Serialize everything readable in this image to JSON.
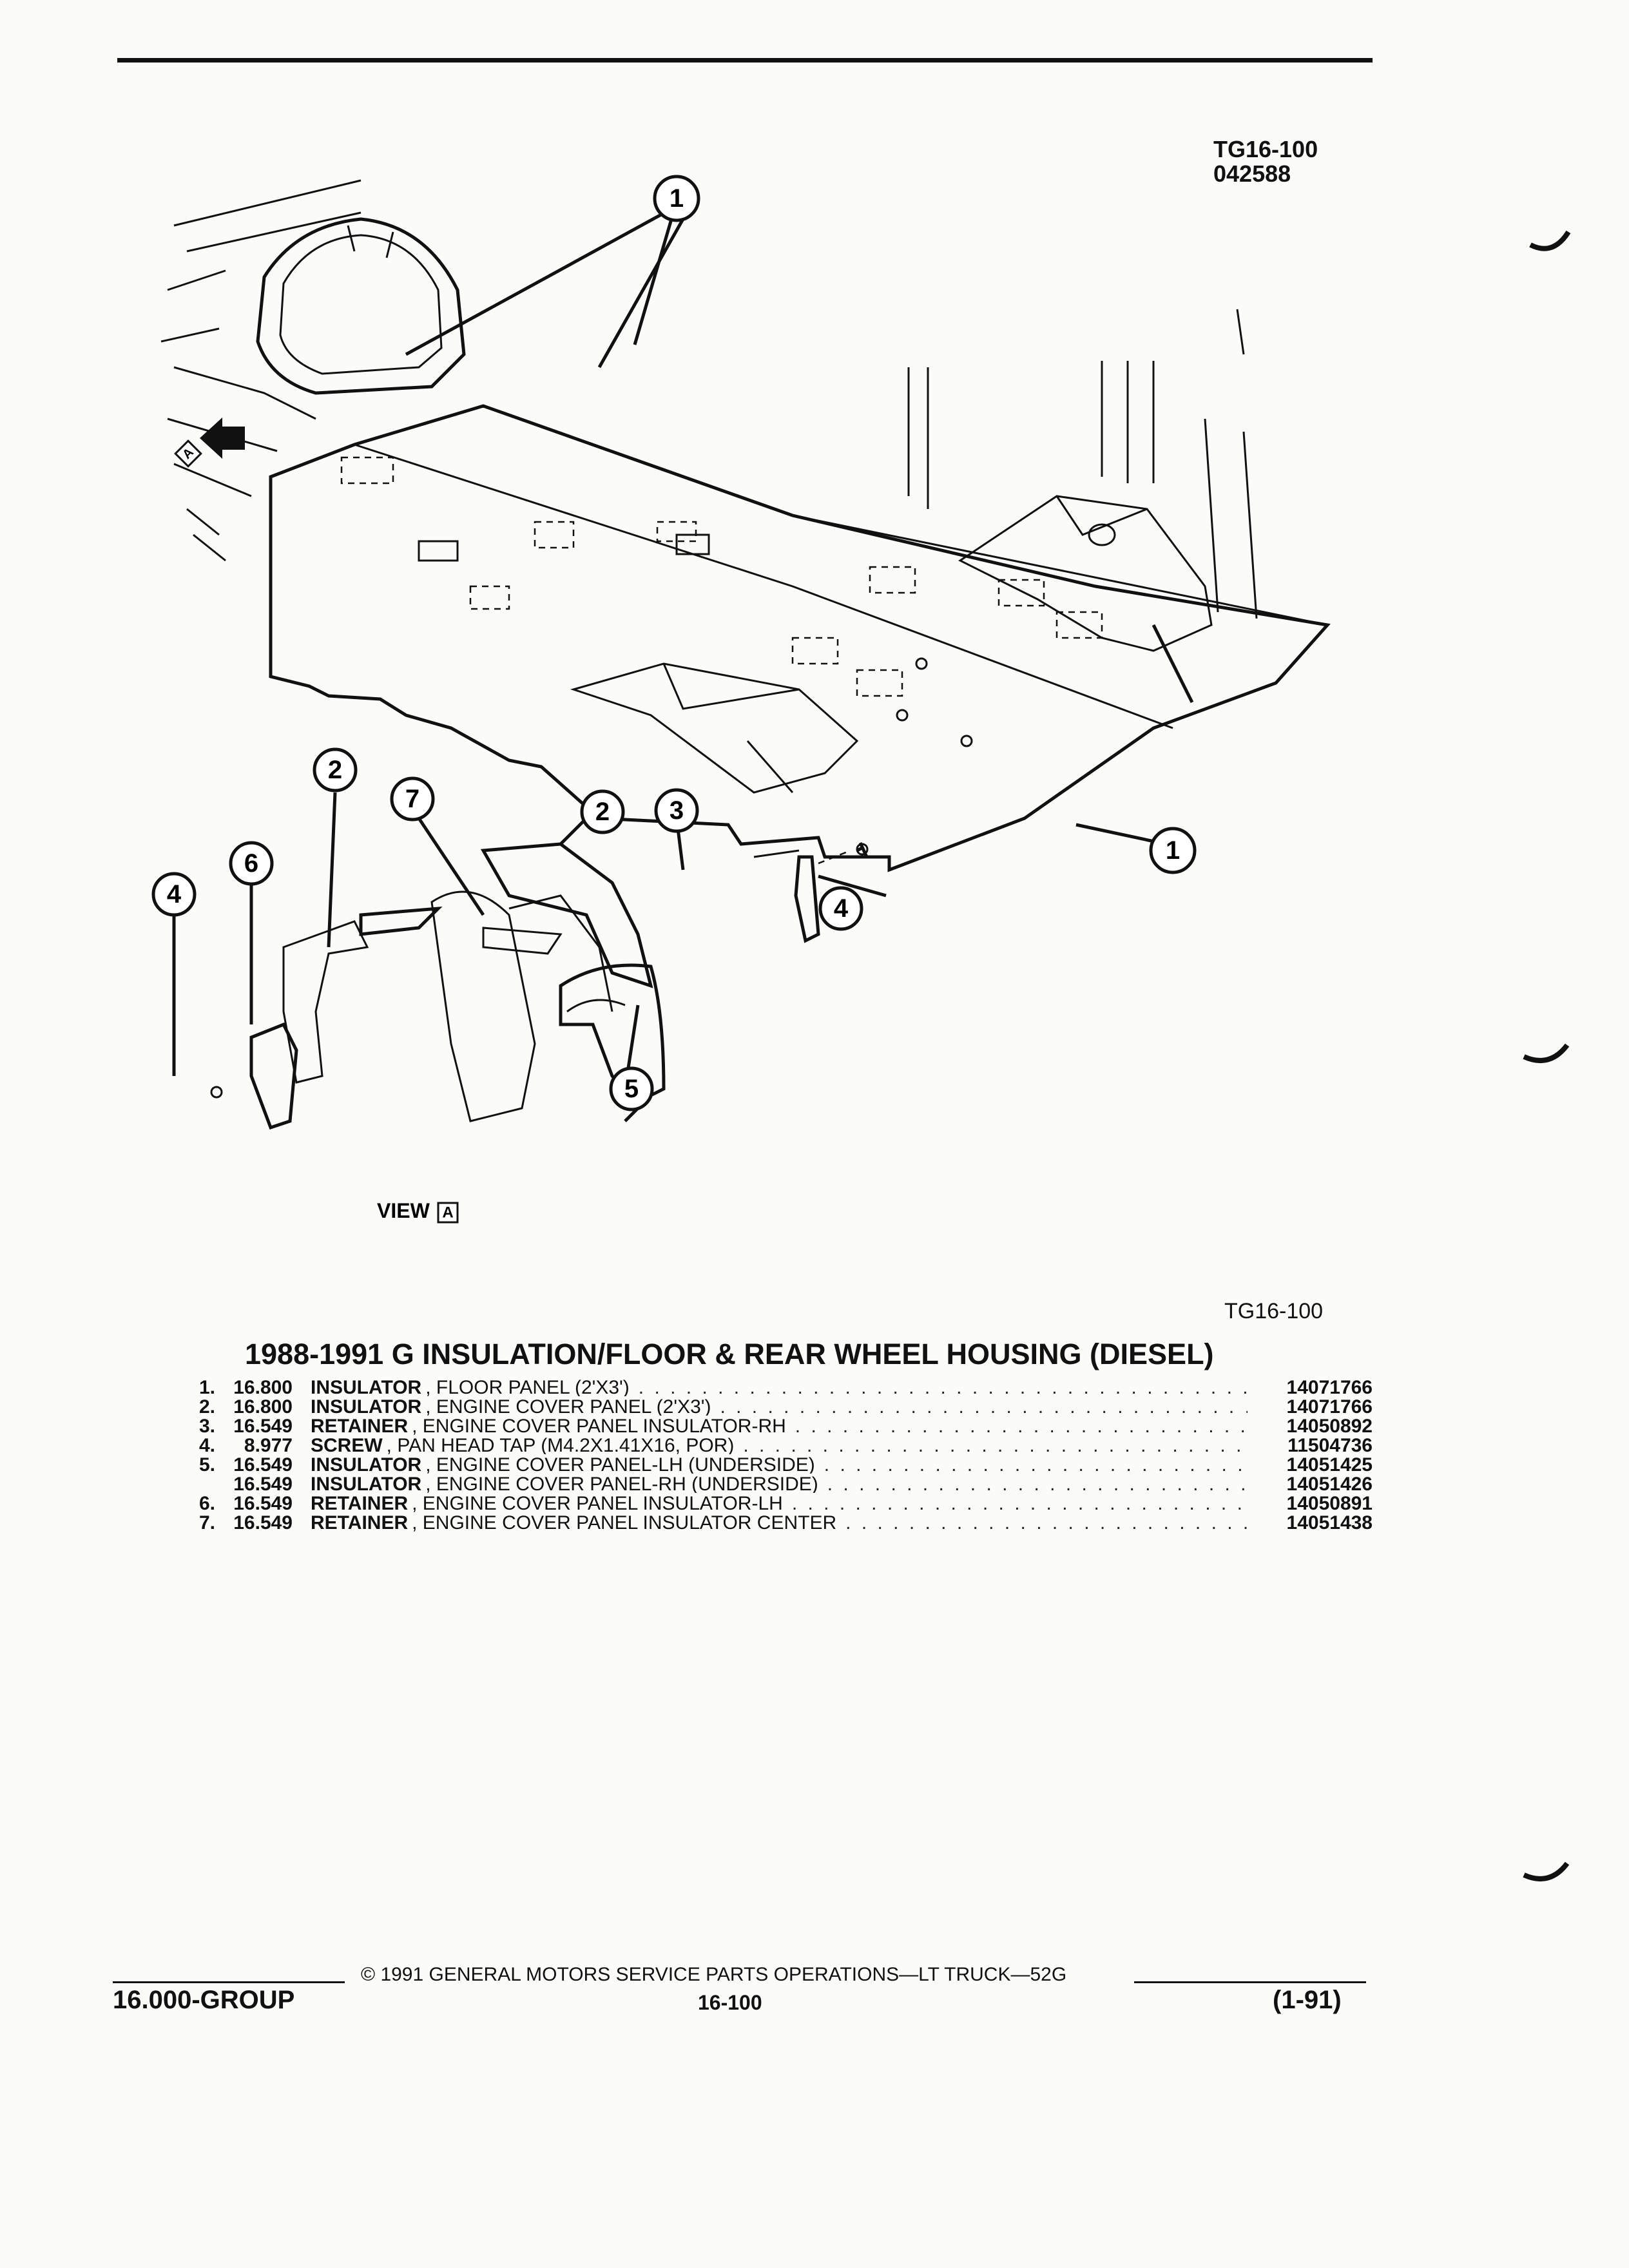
{
  "header": {
    "figure_code": "TG16-100",
    "figure_date": "042588"
  },
  "illustration": {
    "view_label": "VIEW",
    "view_marker": "A",
    "callouts": [
      "1",
      "1",
      "2",
      "2",
      "3",
      "4",
      "4",
      "5",
      "6",
      "7"
    ]
  },
  "caption_code": "TG16-100",
  "title": "1988-1991 G INSULATION/FLOOR & REAR WHEEL HOUSING (DIESEL)",
  "parts": [
    {
      "num": "1.",
      "group": "16.800",
      "name": "INSULATOR",
      "desc": ", FLOOR PANEL (2'X3')",
      "part_no": "14071766"
    },
    {
      "num": "2.",
      "group": "16.800",
      "name": "INSULATOR",
      "desc": ", ENGINE COVER PANEL (2'X3')",
      "part_no": "14071766"
    },
    {
      "num": "3.",
      "group": "16.549",
      "name": "RETAINER",
      "desc": ", ENGINE COVER PANEL INSULATOR-RH",
      "part_no": "14050892"
    },
    {
      "num": "4.",
      "group": "8.977",
      "name": "SCREW",
      "desc": ", PAN HEAD TAP (M4.2X1.41X16, POR)",
      "part_no": "11504736"
    },
    {
      "num": "5.",
      "group": "16.549",
      "name": "INSULATOR",
      "desc": ", ENGINE COVER PANEL-LH (UNDERSIDE)",
      "part_no": "14051425"
    },
    {
      "num": "",
      "group": "16.549",
      "name": "INSULATOR",
      "desc": ", ENGINE COVER PANEL-RH (UNDERSIDE)",
      "part_no": "14051426"
    },
    {
      "num": "6.",
      "group": "16.549",
      "name": "RETAINER",
      "desc": ", ENGINE COVER PANEL INSULATOR-LH",
      "part_no": "14050891"
    },
    {
      "num": "7.",
      "group": "16.549",
      "name": "RETAINER",
      "desc": ", ENGINE COVER PANEL INSULATOR CENTER",
      "part_no": "14051438"
    }
  ],
  "footer": {
    "copyright": "© 1991 GENERAL MOTORS SERVICE PARTS OPERATIONS—LT TRUCK—52G",
    "group": "16.000-GROUP",
    "page": "16-100",
    "revision": "(1-91)"
  }
}
